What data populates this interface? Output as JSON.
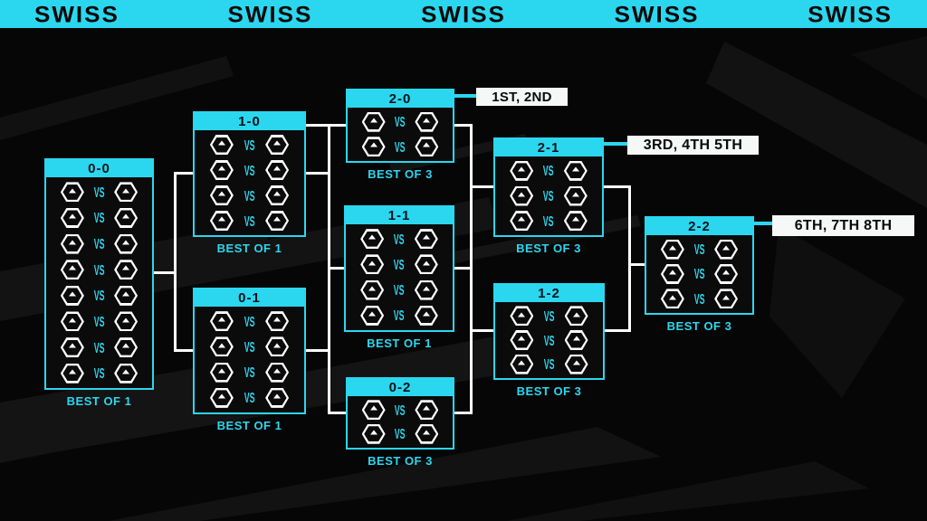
{
  "banner": {
    "items": [
      "SWISS",
      "SWISS",
      "SWISS",
      "SWISS",
      "SWISS"
    ]
  },
  "vs_label": "VS",
  "colors": {
    "accent_cyan": "#2bd7ef",
    "background_black": "#060606",
    "connector_white": "#ffffff",
    "placement_label_bg": "#f6f7f7"
  },
  "icons": {
    "team_placeholder": "hexagon-logo-icon"
  },
  "boxes": [
    {
      "record": "0-0",
      "matches": 8,
      "best_of": "BEST OF 1"
    },
    {
      "record": "1-0",
      "matches": 4,
      "best_of": "BEST OF 1"
    },
    {
      "record": "0-1",
      "matches": 4,
      "best_of": "BEST OF 1"
    },
    {
      "record": "2-0",
      "matches": 2,
      "best_of": "BEST OF 3"
    },
    {
      "record": "1-1",
      "matches": 4,
      "best_of": "BEST OF 1"
    },
    {
      "record": "0-2",
      "matches": 2,
      "best_of": "BEST OF 3"
    },
    {
      "record": "2-1",
      "matches": 3,
      "best_of": "BEST OF 3"
    },
    {
      "record": "1-2",
      "matches": 3,
      "best_of": "BEST OF 3"
    },
    {
      "record": "2-2",
      "matches": 3,
      "best_of": "BEST OF 3"
    }
  ],
  "placements": [
    {
      "label": "1ST, 2ND",
      "attached_to": "2-0"
    },
    {
      "label": "3RD, 4TH 5TH",
      "attached_to": "2-1"
    },
    {
      "label": "6TH, 7TH 8TH",
      "attached_to": "2-2"
    }
  ]
}
